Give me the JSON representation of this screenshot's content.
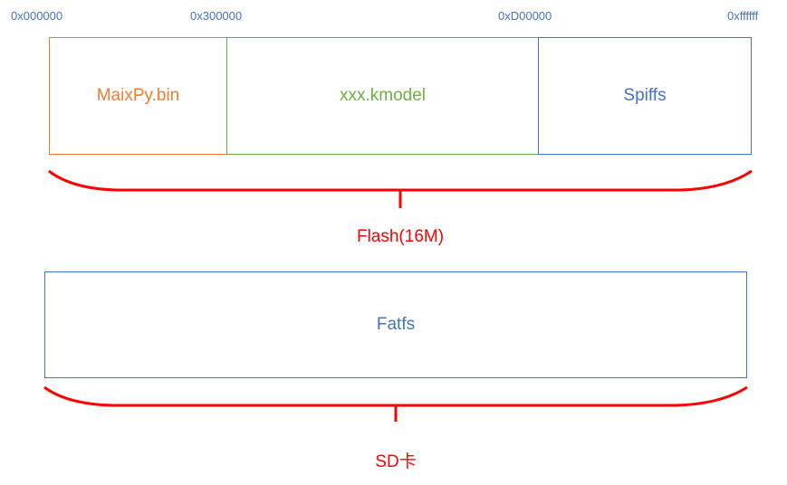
{
  "addresses": [
    "0x000000",
    "0x300000",
    "0xD00000",
    "0xffffff"
  ],
  "flash": {
    "segments": [
      {
        "label": "MaixPy.bin",
        "color": "#ed7d31"
      },
      {
        "label": "xxx.kmodel",
        "color": "#70ad47"
      },
      {
        "label": "Spiffs",
        "color": "#4472c4"
      }
    ],
    "caption": "Flash(16M)"
  },
  "sd": {
    "segment": {
      "label": "Fatfs",
      "color": "#4472c4"
    },
    "caption": "SD卡"
  },
  "colors": {
    "brace": "#ff0000",
    "address": "#4472c4"
  }
}
